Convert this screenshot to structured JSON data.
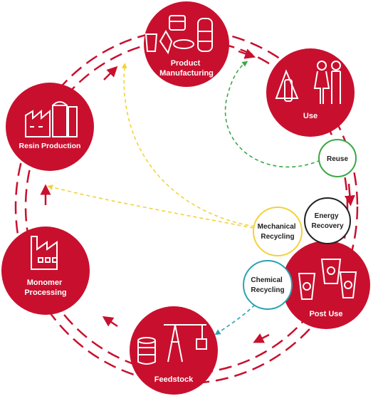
{
  "stages": {
    "product_manufacturing": [
      "Product",
      "Manufacturing"
    ],
    "use": [
      "Use"
    ],
    "resin_production": [
      "Resin Production"
    ],
    "monomer_processing": [
      "Monomer",
      "Processing"
    ],
    "feedstock": [
      "Feedstock"
    ],
    "post_use": [
      "Post Use"
    ]
  },
  "options": {
    "reuse": [
      "Reuse"
    ],
    "energy_recovery": [
      "Energy",
      "Recovery"
    ],
    "mechanical_recycling": [
      "Mechanical",
      "Recycling"
    ],
    "chemical_recycling": [
      "Chemical",
      "Recycling"
    ]
  },
  "colors": {
    "stage_fill": "#c8102e",
    "cycle_arrow": "#c8102e",
    "reuse": "#3aa845",
    "energy_recovery": "#222222",
    "mechanical_recycling": "#f2d23c",
    "chemical_recycling": "#2aa3b0"
  }
}
